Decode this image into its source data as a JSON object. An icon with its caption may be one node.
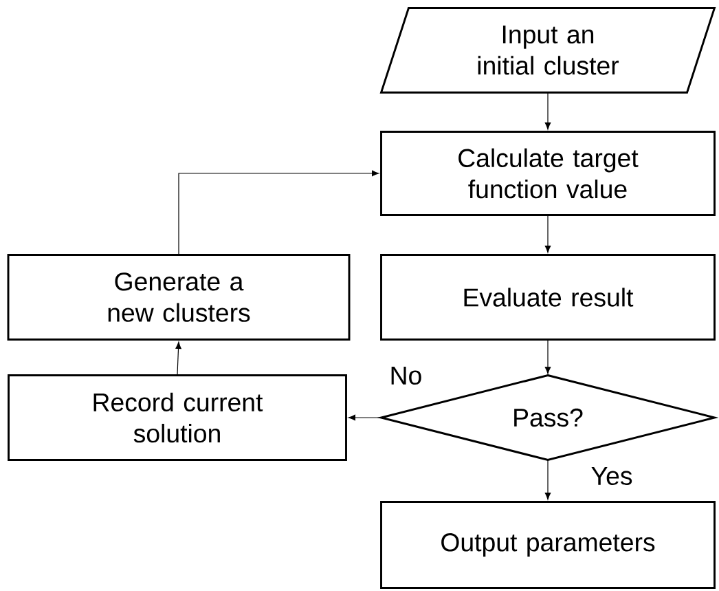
{
  "diagram": {
    "nodes": [
      {
        "text": [
          "Input an initial cluster"
        ]
      },
      {
        "text": [
          "Calculate target function value"
        ]
      },
      {
        "text": [
          "Evaluate result"
        ]
      },
      {
        "text": [
          "Pass?"
        ]
      },
      {
        "text": [
          "Output parameters"
        ]
      },
      {
        "text": [
          "Record current solution"
        ]
      },
      {
        "text": [
          "Generate a new clusters"
        ]
      }
    ],
    "edges": [
      {
        "from": 0,
        "to": 1,
        "arrow": "to"
      },
      {
        "from": 1,
        "to": 2,
        "arrow": "to"
      },
      {
        "from": 2,
        "to": 3,
        "arrow": "to"
      },
      {
        "from": 3,
        "to": 4,
        "arrow": "to",
        "label": "Yes"
      },
      {
        "from": 3,
        "to": 5,
        "arrow": "to",
        "label": "No"
      },
      {
        "from": 5,
        "to": 6,
        "arrow": "to"
      },
      {
        "from": 6,
        "to": 1,
        "arrow": "to"
      }
    ]
  }
}
